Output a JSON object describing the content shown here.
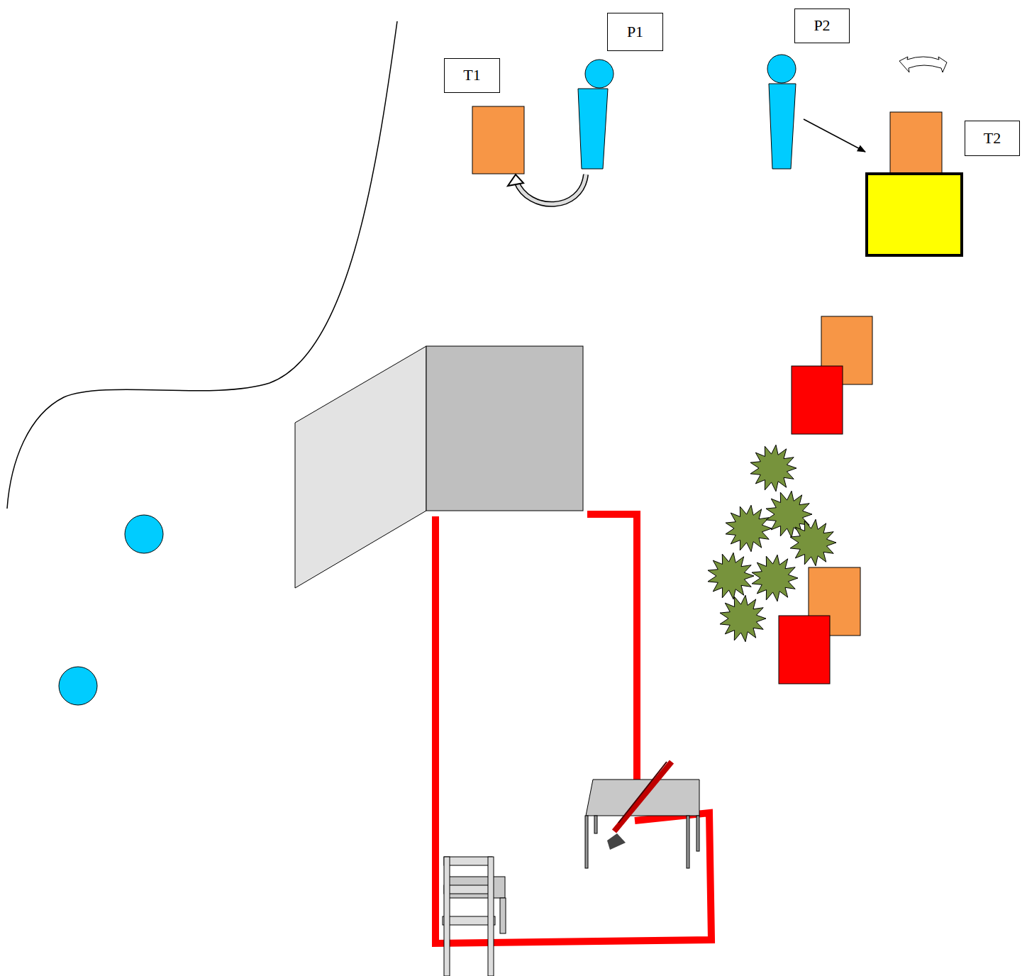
{
  "diagram": {
    "nodes": [
      {
        "text": [
          "T1"
        ]
      },
      {
        "text": [
          "P1"
        ]
      },
      {
        "text": [
          "P2"
        ]
      },
      {
        "text": [
          "T2"
        ]
      }
    ]
  }
}
